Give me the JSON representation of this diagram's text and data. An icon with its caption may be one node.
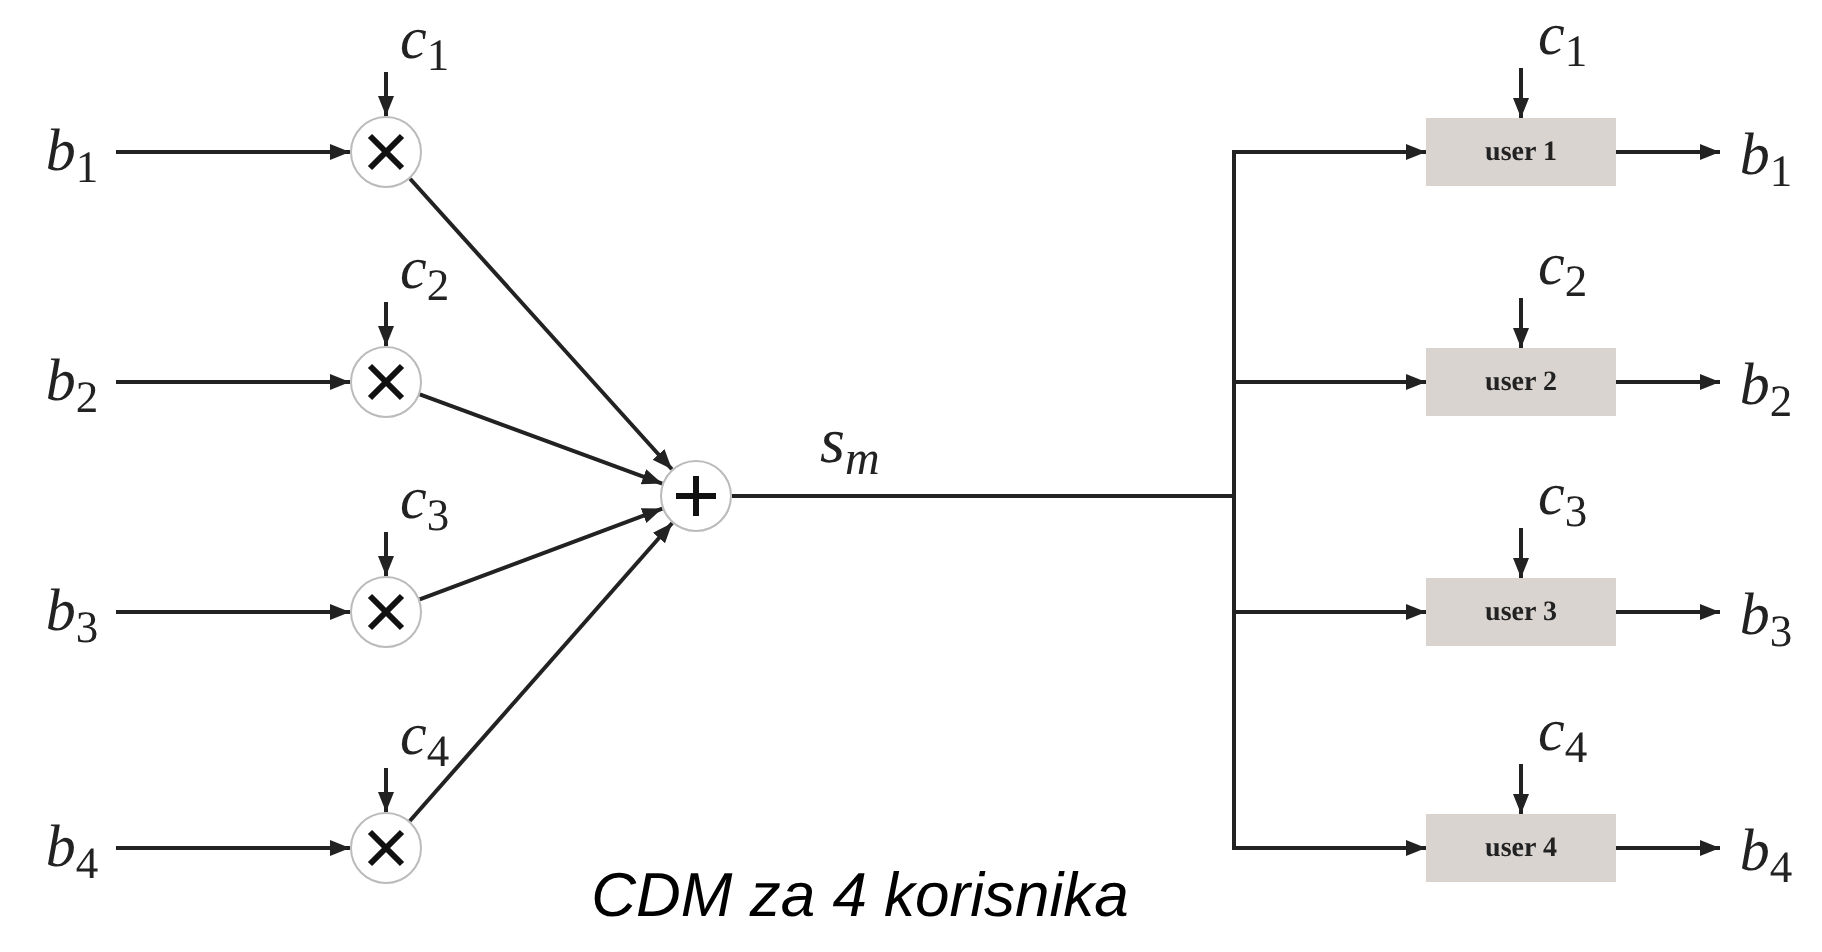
{
  "diagram": {
    "caption": "CDM za 4 korisnika",
    "nodes": [
      {
        "text": [
          "*b*$_{1}$"
        ]
      },
      {
        "text": [
          "*b*$_{2}$"
        ]
      },
      {
        "text": [
          "*b*$_{3}$"
        ]
      },
      {
        "text": [
          "*b*$_{4}$"
        ]
      },
      {
        "text": [
          "*c*$_{1}$"
        ]
      },
      {
        "text": [
          "*c*$_{2}$"
        ]
      },
      {
        "text": [
          "*c*$_{3}$"
        ]
      },
      {
        "text": [
          "*c*$_{4}$"
        ]
      },
      {
        "text": [],
        "shape": "circle"
      },
      {
        "text": [],
        "shape": "circle"
      },
      {
        "text": [],
        "shape": "circle"
      },
      {
        "text": [],
        "shape": "circle"
      },
      {
        "text": [],
        "shape": "circle"
      },
      {
        "text": [
          "user 1"
        ]
      },
      {
        "text": [
          "user 2"
        ]
      },
      {
        "text": [
          "user 3"
        ]
      },
      {
        "text": [
          "user 4"
        ]
      },
      {
        "text": [
          "*c*$_{1}$"
        ]
      },
      {
        "text": [
          "*c*$_{2}$"
        ]
      },
      {
        "text": [
          "*c*$_{3}$"
        ]
      },
      {
        "text": [
          "*c*$_{4}$"
        ]
      },
      {
        "text": [
          "*b*$_{1}$"
        ]
      },
      {
        "text": [
          "*b*$_{2}$"
        ]
      },
      {
        "text": [
          "*b*$_{3}$"
        ]
      },
      {
        "text": [
          "*b*$_{4}$"
        ]
      }
    ],
    "edges": [
      {
        "from": 0,
        "to": 8,
        "arrow": "to"
      },
      {
        "from": 4,
        "to": 8,
        "arrow": "to"
      },
      {
        "from": 1,
        "to": 9,
        "arrow": "to"
      },
      {
        "from": 5,
        "to": 9,
        "arrow": "to"
      },
      {
        "from": 2,
        "to": 10,
        "arrow": "to"
      },
      {
        "from": 6,
        "to": 10,
        "arrow": "to"
      },
      {
        "from": 3,
        "to": 11,
        "arrow": "to"
      },
      {
        "from": 7,
        "to": 11,
        "arrow": "to"
      },
      {
        "from": 8,
        "to": 12,
        "arrow": "to"
      },
      {
        "from": 9,
        "to": 12,
        "arrow": "to"
      },
      {
        "from": 10,
        "to": 12,
        "arrow": "to"
      },
      {
        "from": 11,
        "to": 12,
        "arrow": "to"
      },
      {
        "from": 12,
        "to": 13,
        "arrow": "to"
      },
      {
        "from": 12,
        "to": 14,
        "arrow": "to"
      },
      {
        "from": 12,
        "to": 15,
        "arrow": "to"
      },
      {
        "from": 12,
        "to": 16,
        "arrow": "to"
      },
      {
        "from": 17,
        "to": 13,
        "arrow": "to"
      },
      {
        "from": 18,
        "to": 14,
        "arrow": "to"
      },
      {
        "from": 19,
        "to": 15,
        "arrow": "to"
      },
      {
        "from": 20,
        "to": 16,
        "arrow": "to"
      },
      {
        "from": 13,
        "to": 21,
        "arrow": "to"
      },
      {
        "from": 14,
        "to": 22,
        "arrow": "to"
      },
      {
        "from": 15,
        "to": 23,
        "arrow": "to"
      },
      {
        "from": 16,
        "to": 24,
        "arrow": "to"
      }
    ],
    "labels": [
      "s$_{m}$"
    ]
  }
}
